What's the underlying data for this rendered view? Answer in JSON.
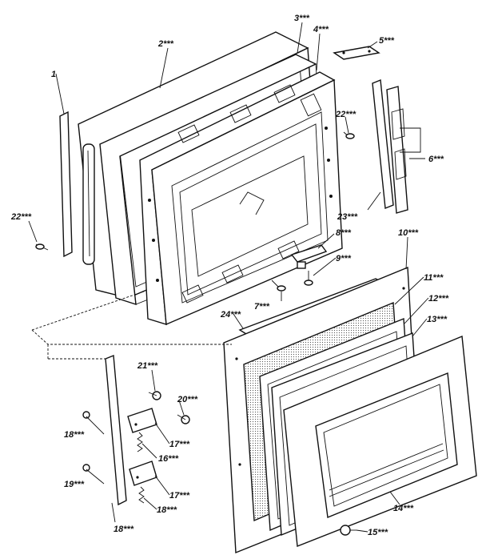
{
  "colors": {
    "ink": "#111111",
    "paper": "#ffffff",
    "screen": "#d8d8d8"
  },
  "labels": {
    "p1": "1",
    "p2": "2***",
    "p3": "3***",
    "p4": "4***",
    "p5": "5***",
    "p6": "6***",
    "p7": "7***",
    "p8": "8***",
    "p9": "9***",
    "p10": "10***",
    "p11": "11***",
    "p12": "12***",
    "p13": "13***",
    "p14": "14***",
    "p15": "15***",
    "p16": "16***",
    "p17a": "17***",
    "p17b": "17***",
    "p18a": "18***",
    "p18b": "18***",
    "p18c": "18***",
    "p19": "19***",
    "p20": "20***",
    "p21": "21***",
    "p22a": "22***",
    "p22b": "22***",
    "p23": "23***",
    "p24": "24***"
  }
}
